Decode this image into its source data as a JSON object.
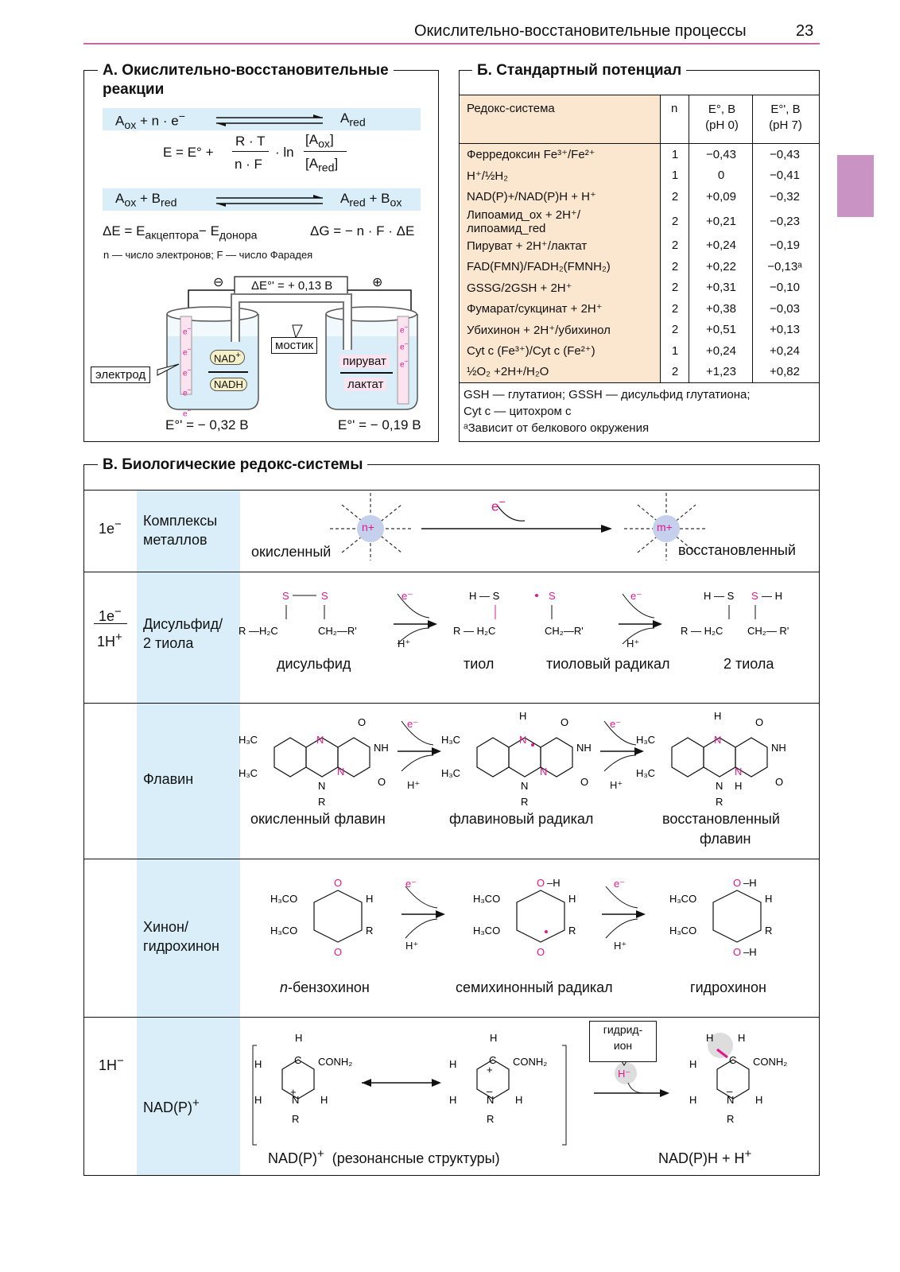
{
  "header": {
    "running_title": "Окислительно-восстановительные процессы",
    "page_number": "23"
  },
  "panel_a": {
    "title_line1": "А. Окислительно-восстановительные",
    "title_line2": "реакции",
    "eq1_left": "A",
    "eq1_left_sub": "ox",
    "eq1_mid": " + n · e",
    "eq1_mid_sup": "−",
    "eq1_right": "A",
    "eq1_right_sub": "red",
    "nernst_lhs": "E = E° +",
    "nernst_num": "R · T",
    "nernst_den": "n · F",
    "nernst_ln": "· ln",
    "nernst_frac_num": "[A",
    "nernst_frac_num_sub": "ox",
    "nernst_frac_den": "[A",
    "nernst_frac_den_sub": "red",
    "close_bracket": "]",
    "eq2_left1": "A",
    "eq2_left1_sub": "ox",
    "eq2_left2": " + B",
    "eq2_left2_sub": "red",
    "eq2_right1": "A",
    "eq2_right1_sub": "red",
    "eq2_right2": " + B",
    "eq2_right2_sub": "ox",
    "delta_e": "ΔE = E",
    "delta_e_sub1": "акцептора",
    "delta_e_minus": "− E",
    "delta_e_sub2": "донора",
    "delta_g": "ΔG = − n · F · ΔE",
    "legend": "n — число электронов; F — число Фарадея",
    "cell_minus": "⊖",
    "cell_plus": "⊕",
    "cell_delta": "ΔE°' = + 0,13 В",
    "bridge_label": "мостик",
    "electrode_label": "электрод",
    "nad_plus": "NAD",
    "nad_plus_sup": "+",
    "nadh": "NADH",
    "pyruvate": "пируват",
    "lactate": "лактат",
    "electron": "e",
    "electron_sup": "−",
    "left_potential": "E°' = − 0,32 В",
    "right_potential": "E°' = − 0,19 В"
  },
  "panel_b": {
    "title": "Б. Стандартный потенциал",
    "headers": [
      "Редокс-система",
      "n",
      "E°, В (pH 0)",
      "E°', В (pH 7)"
    ],
    "header_e0_l1": "E°, В",
    "header_e0_l2": "(pH 0)",
    "header_e7_l1": "E°', В",
    "header_e7_l2": "(pH 7)",
    "rows": [
      {
        "system": "Ферредоксин Fe³⁺/Fe²⁺",
        "n": "1",
        "e0": "−0,43",
        "e7": "−0,43"
      },
      {
        "system": "H⁺/½H₂",
        "n": "1",
        "e0": "0",
        "e7": "−0,41"
      },
      {
        "system": "NAD(P)+/NAD(P)H + H⁺",
        "n": "2",
        "e0": "+0,09",
        "e7": "−0,32"
      },
      {
        "system": "Липоамид_ox + 2H⁺/липоамид_red",
        "n": "2",
        "e0": "+0,21",
        "e7": "−0,23"
      },
      {
        "system": "Пируват + 2H⁺/лактат",
        "n": "2",
        "e0": "+0,24",
        "e7": "−0,19"
      },
      {
        "system": "FAD(FMN)/FADH₂(FMNH₂)",
        "n": "2",
        "e0": "+0,22",
        "e7": "−0,13ᵃ"
      },
      {
        "system": "GSSG/2GSH + 2H⁺",
        "n": "2",
        "e0": "+0,31",
        "e7": "−0,10"
      },
      {
        "system": "Фумарат/сукцинат + 2H⁺",
        "n": "2",
        "e0": "+0,38",
        "e7": "−0,03"
      },
      {
        "system": "Убихинон + 2H⁺/убихинол",
        "n": "2",
        "e0": "+0,51",
        "e7": "+0,13"
      },
      {
        "system": "Cyt c (Fe³⁺)/Cyt c (Fe²⁺)",
        "n": "1",
        "e0": "+0,24",
        "e7": "+0,24"
      },
      {
        "system": "½O₂ +2H+/H₂O",
        "n": "2",
        "e0": "+1,23",
        "e7": "+0,82"
      }
    ],
    "footnote1": "GSH — глутатион; GSSH — дисульфид глутатиона;",
    "footnote2": "Cyt c — цитохром c",
    "footnote3": "ᵃЗависит от белкового окружения"
  },
  "panel_c": {
    "title": "В. Биологические редокс-системы",
    "row1": {
      "electrons": "1e",
      "electrons_sup": "−",
      "name_l1": "Комплексы",
      "name_l2": "металлов",
      "ox_charge": "n+",
      "red_charge": "m+",
      "electron": "e",
      "electron_sup": "−",
      "ox_label": "окисленный",
      "red_label": "восстановленный"
    },
    "row2": {
      "electrons_top": "1e",
      "electrons_top_sup": "−",
      "electrons_bot": "1H",
      "electrons_bot_sup": "+",
      "name_l1": "Дисульфид/",
      "name_l2": "2 тиола",
      "labels": [
        "дисульфид",
        "тиол",
        "тиоловый радикал",
        "2 тиола"
      ],
      "e": "e⁻",
      "h": "H⁺"
    },
    "row3": {
      "name": "Флавин",
      "labels": [
        "окисленный флавин",
        "флавиновый радикал",
        "восстановленный",
        "флавин"
      ],
      "e": "e⁻",
      "h": "H⁺"
    },
    "row4": {
      "name_l1": "Хинон/",
      "name_l2": "гидрохинон",
      "label1_italic": "n",
      "label1_rest": "-бензохинон",
      "labels": [
        "семихинонный радикал",
        "гидрохинон"
      ],
      "e": "e⁻",
      "h": "H⁺"
    },
    "row5": {
      "electrons": "1H",
      "electrons_sup": "−",
      "name": "NAD(P)",
      "name_sup": "+",
      "hydride_l1": "гидрид-",
      "hydride_l2": "ион",
      "hydride": "H⁻",
      "left_label": "NAD(P)",
      "left_label_sup": "+",
      "left_label_rest": "(резонансные структуры)",
      "right_label": "NAD(P)H + H",
      "right_label_sup": "+"
    }
  },
  "colors": {
    "accent_pink": "#e0188c",
    "light_blue": "#d9eef9",
    "orange_bg": "#fbe6cf",
    "tab": "#c994c4"
  }
}
